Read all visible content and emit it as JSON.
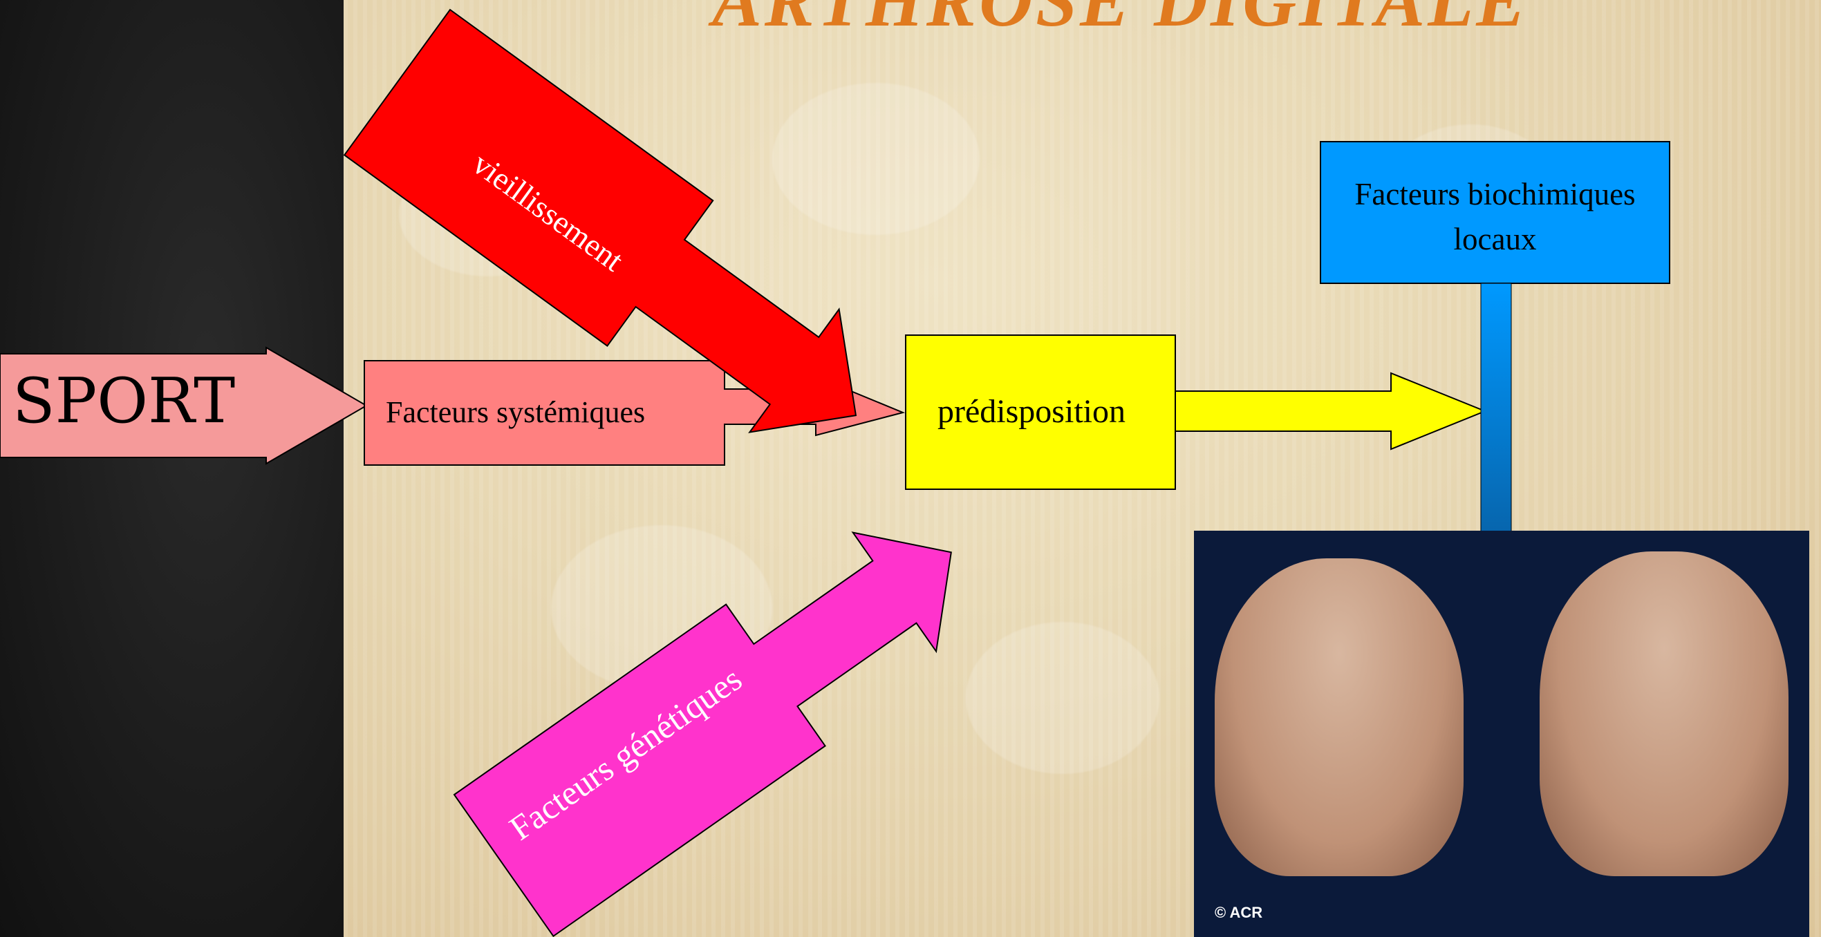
{
  "title": "ARTHROSE DIGITALE",
  "sport_label": "SPORT",
  "boxes": {
    "vieillissement": "vieillissement",
    "systemiques": "Facteurs systémiques",
    "genetiques": "Facteurs génétiques",
    "predisposition": "prédisposition",
    "biochimiques_line1": "Facteurs biochimiques",
    "biochimiques_line2": "locaux"
  },
  "photo": {
    "credit": "© ACR"
  },
  "colors": {
    "vieillissement": "#ff0000",
    "systemiques": "#ff8080",
    "genetiques": "#ff33cc",
    "predisposition": "#ffff00",
    "biochimiques": "#0099ff",
    "title": "#e07a1f"
  }
}
